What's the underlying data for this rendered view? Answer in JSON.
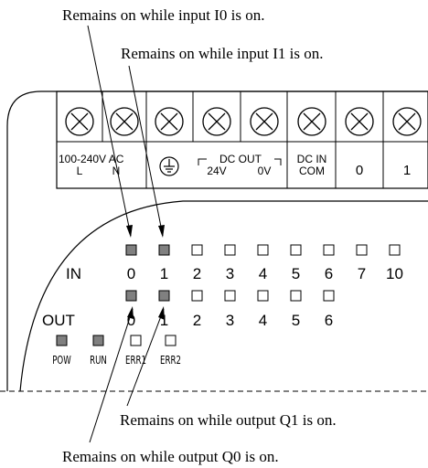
{
  "annotations": {
    "input_i0": "Remains on while input I0 is on.",
    "input_i1": "Remains on while input I1 is on.",
    "output_q1": "Remains on while output Q1 is on.",
    "output_q0": "Remains on while output Q0 is on."
  },
  "terminals": {
    "power_line1": "100-240V AC",
    "power_l": "L",
    "power_n": "N",
    "dc_out": "DC OUT",
    "dc_24v": "24V",
    "dc_0v": "0V",
    "dc_in": "DC IN",
    "dc_in_com": "COM",
    "in_0": "0",
    "in_1": "1"
  },
  "indicators": {
    "in_label": "IN",
    "in_numbers": [
      "0",
      "1",
      "2",
      "3",
      "4",
      "5",
      "6",
      "7",
      "10"
    ],
    "in_lit": [
      true,
      true,
      false,
      false,
      false,
      false,
      false,
      false,
      false
    ],
    "out_label": "OUT",
    "out_numbers": [
      "0",
      "1",
      "2",
      "3",
      "4",
      "5",
      "6"
    ],
    "out_lit": [
      true,
      true,
      false,
      false,
      false,
      false,
      false
    ],
    "status_labels": [
      "POW",
      "RUN",
      "ERR1",
      "ERR2"
    ],
    "status_lit": [
      true,
      true,
      false,
      false
    ]
  },
  "colors": {
    "lit": "#808080",
    "unlit": "#ffffff",
    "line": "#000000"
  }
}
